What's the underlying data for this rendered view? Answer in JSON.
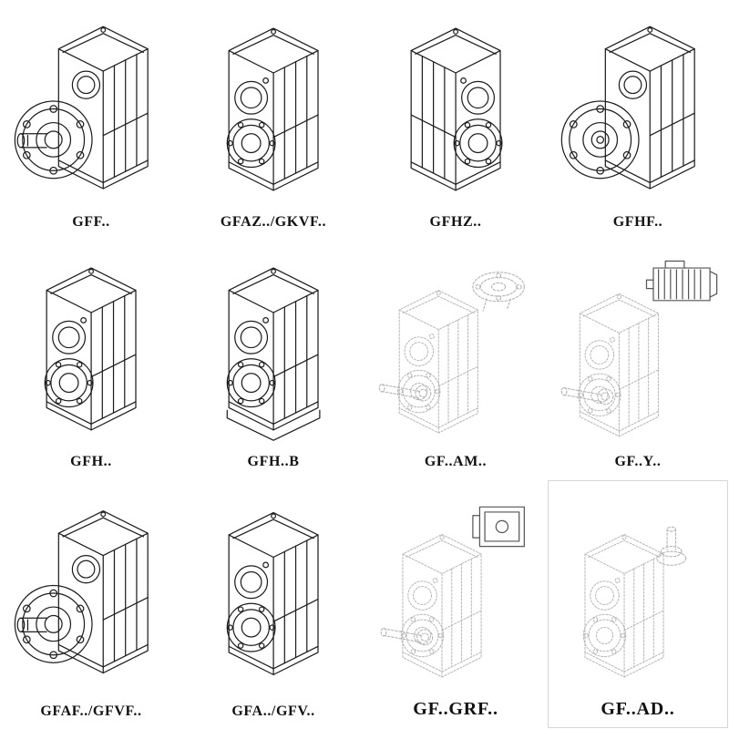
{
  "page": {
    "background": "#ffffff"
  },
  "colors": {
    "line_solid": "#1c1c1c",
    "line_light": "#b5b5b5",
    "line_mid": "#555555",
    "label": "#111111"
  },
  "catalog": {
    "rows": 3,
    "cols": 4,
    "cells": [
      {
        "label": "GFF.."
      },
      {
        "label": "GFAZ../GKVF.."
      },
      {
        "label": "GFHZ.."
      },
      {
        "label": "GFHF.."
      },
      {
        "label": "GFH.."
      },
      {
        "label": "GFH..B"
      },
      {
        "label": "GF..AM.."
      },
      {
        "label": "GF..Y.."
      },
      {
        "label": "GFAF../GFVF.."
      },
      {
        "label": "GFA../GFV.."
      },
      {
        "label": "GF..GRF.."
      },
      {
        "label": "GF..AD.."
      }
    ]
  }
}
